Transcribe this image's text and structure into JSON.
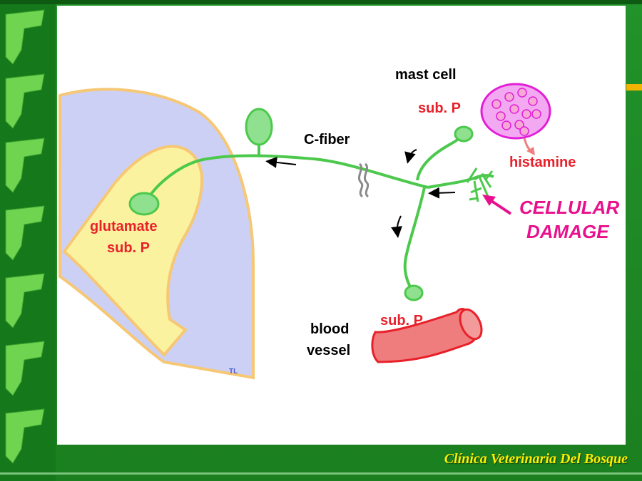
{
  "diagram": {
    "labels": {
      "mast_cell": "mast cell",
      "sub_p_top": "sub. P",
      "histamine": "histamine",
      "c_fiber": "C-fiber",
      "cellular": "CELLULAR",
      "damage": "DAMAGE",
      "glutamate": "glutamate",
      "sub_p_left": "sub. P",
      "blood": "blood",
      "vessel": "vessel",
      "sub_p_bottom": "sub. P",
      "initials": "TL"
    },
    "colors": {
      "nerve": "#4cc94c",
      "spinal_gray": "#cdd0f5",
      "dorsal_horn": "#fbf2a0",
      "outline": "#f6c774",
      "mast_cell": "#f3a8f2",
      "mast_outline": "#e21fd6",
      "red_label": "#e8202a",
      "magenta": "#e8108c",
      "vessel": "#f07d7d"
    }
  },
  "footer": {
    "clinic_name": "Clínica Veterinaria Del Bosque"
  }
}
